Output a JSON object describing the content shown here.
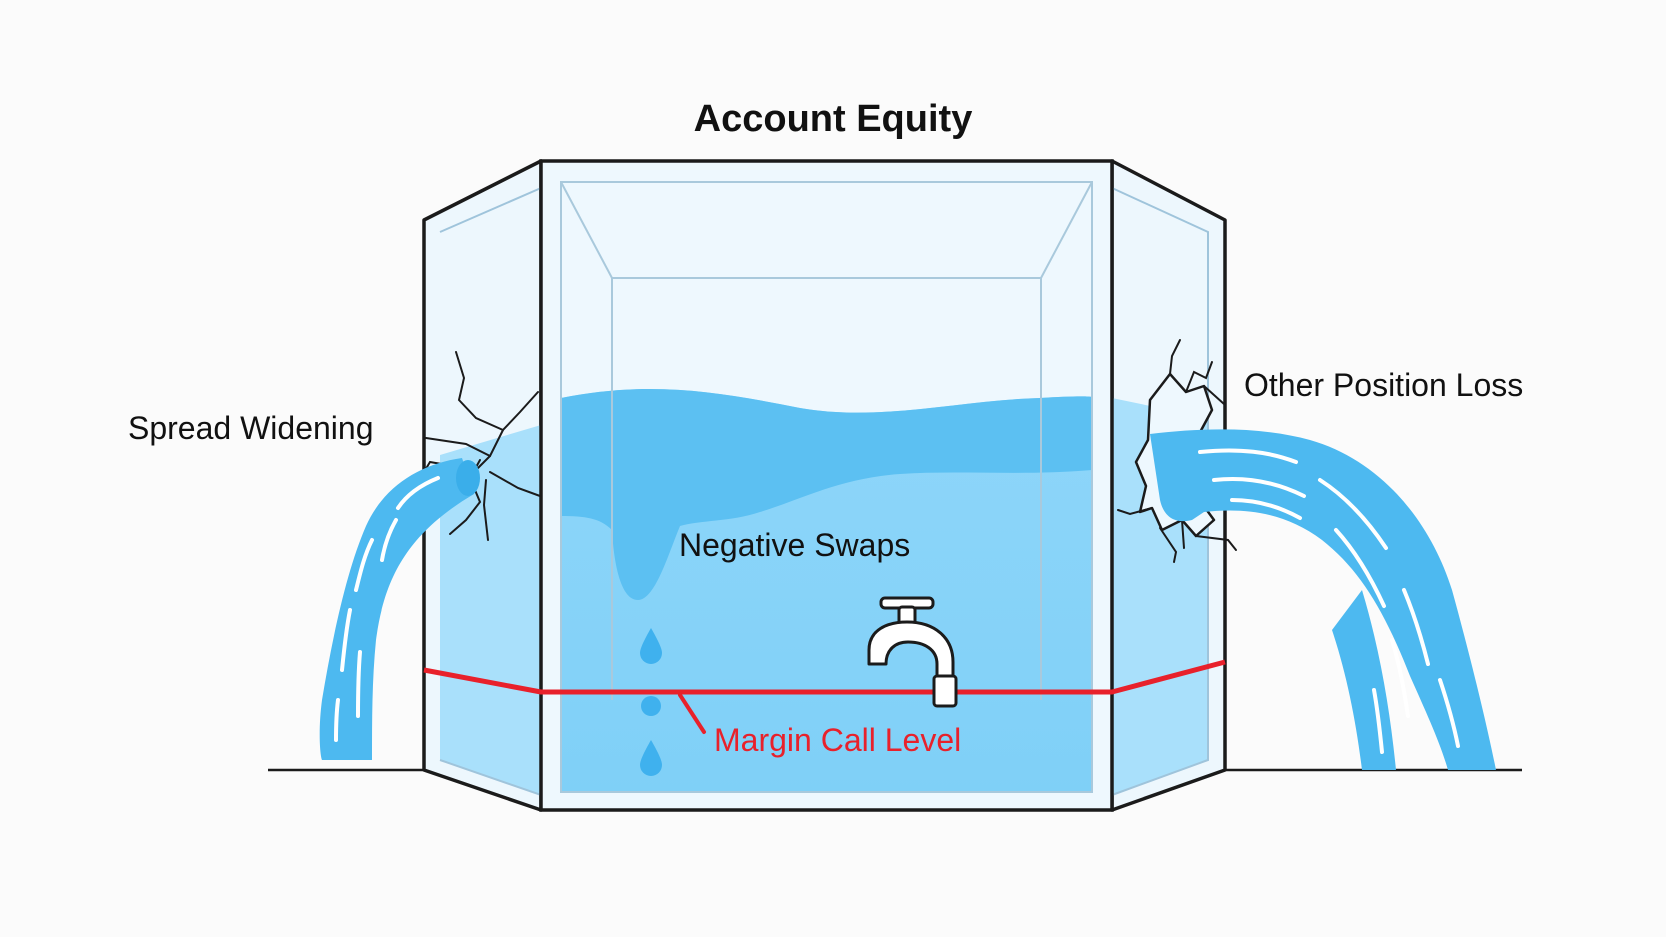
{
  "diagram": {
    "title": "Account Equity",
    "labels": {
      "spread_widening": "Spread Widening",
      "other_position_loss": "Other Position Loss",
      "negative_swaps": "Negative Swaps",
      "margin_call_level": "Margin Call Level"
    }
  },
  "colors": {
    "water": "#5cc0f2",
    "water_deep": "#38adec",
    "glass_outline": "#1b1b1b",
    "margin_line": "#e8212b",
    "text": "#111111"
  },
  "icons": [
    "faucet-icon",
    "water-drop-icon",
    "crack-icon",
    "water-stream-icon"
  ]
}
